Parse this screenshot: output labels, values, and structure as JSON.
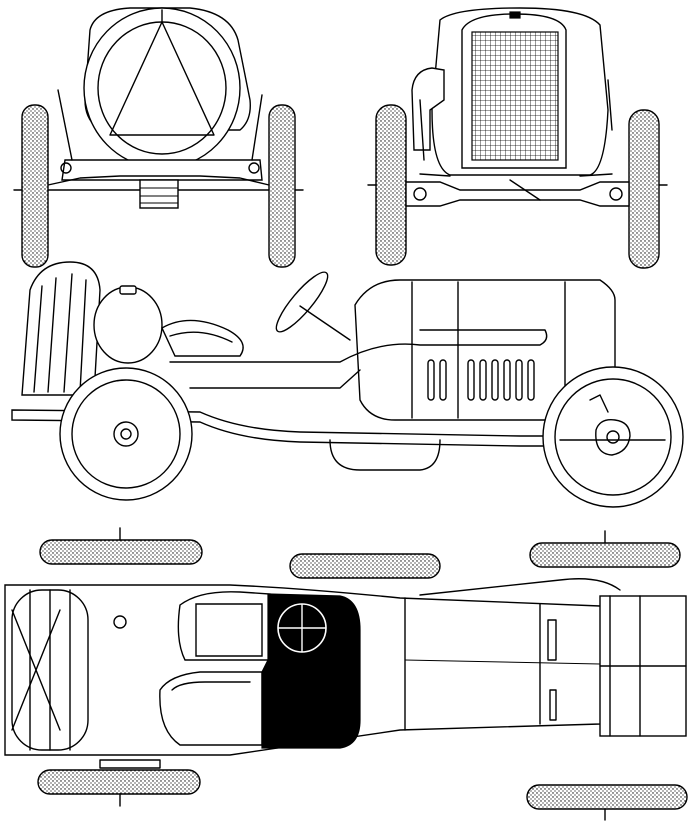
{
  "drawing": {
    "subject": "",
    "views": {
      "rear": "",
      "front": "",
      "side": "",
      "top": ""
    }
  },
  "colors": {
    "ink": "#000000",
    "paper": "#ffffff"
  },
  "icons": {
    "rear": "rear-view-drawing",
    "front": "front-view-drawing",
    "side": "side-view-drawing",
    "top": "top-view-drawing"
  }
}
